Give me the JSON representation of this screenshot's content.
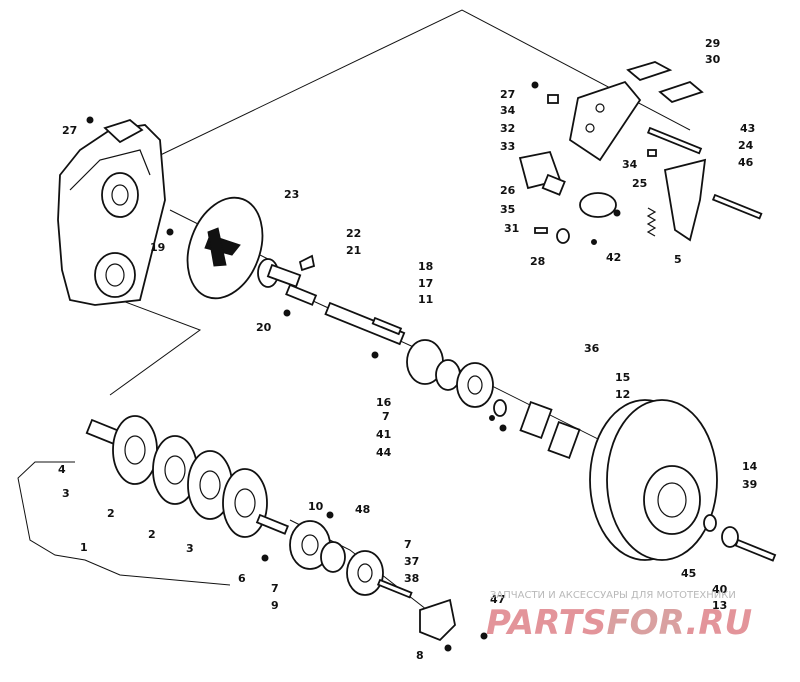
{
  "callouts": [
    "27",
    "19",
    "23",
    "22",
    "21",
    "20",
    "18",
    "17",
    "11",
    "16",
    "7",
    "41",
    "44",
    "36",
    "15",
    "12",
    "14",
    "39",
    "45",
    "40",
    "13",
    "4",
    "3",
    "2",
    "2",
    "3",
    "1",
    "6",
    "10",
    "48",
    "7",
    "37",
    "38",
    "7",
    "9",
    "47",
    "8",
    "29",
    "30",
    "27",
    "34",
    "32",
    "33",
    "34",
    "26",
    "35",
    "25",
    "31",
    "28",
    "42",
    "5",
    "43",
    "24",
    "46"
  ],
  "watermark": {
    "tagline": "ЗАПЧАСТИ И АКСЕССУАРЫ ДЛЯ МОТОТЕХНИКИ",
    "logo_a": "PARTS",
    "logo_b": "FOR",
    "logo_c": ".RU",
    "logo_color": "#e3949a",
    "logo_accent": "#d9a0a0"
  }
}
